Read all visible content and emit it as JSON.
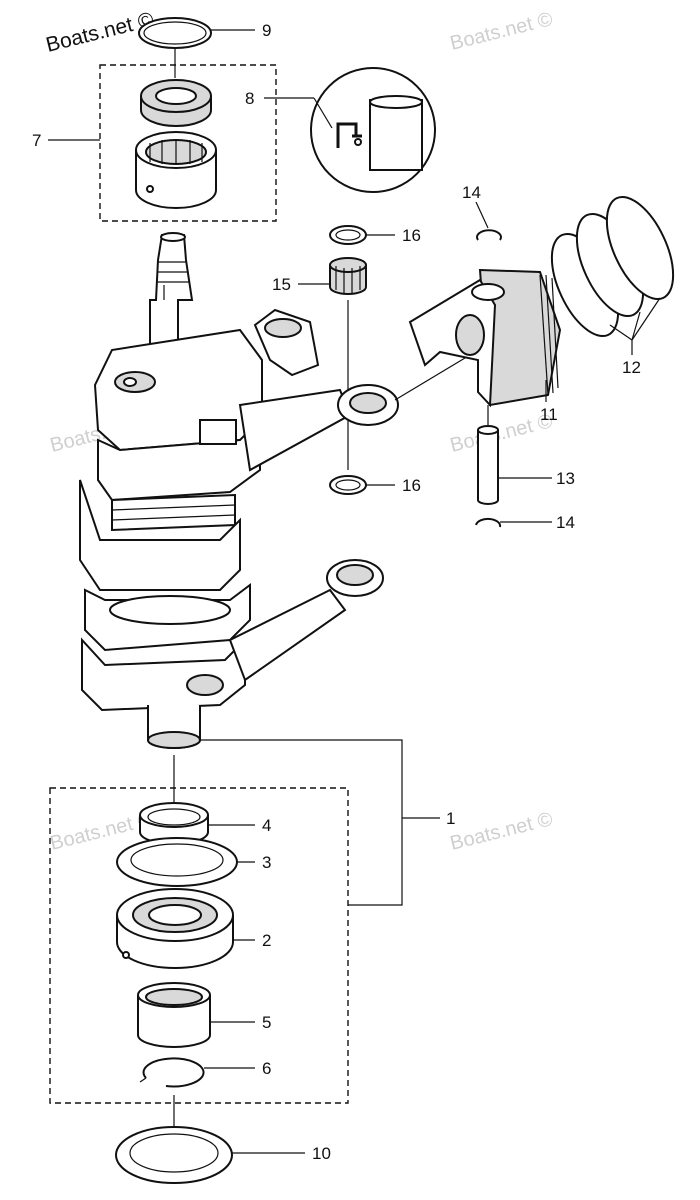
{
  "brand_text": "Boats.net ©",
  "watermark_text": "Boats.net ©",
  "callouts": {
    "c1": "1",
    "c2": "2",
    "c3": "3",
    "c4": "4",
    "c5": "5",
    "c6": "6",
    "c7": "7",
    "c8": "8",
    "c9": "9",
    "c10": "10",
    "c11": "11",
    "c12": "12",
    "c13": "13",
    "c14a": "14",
    "c14b": "14",
    "c15": "15",
    "c16a": "16",
    "c16b": "16"
  }
}
